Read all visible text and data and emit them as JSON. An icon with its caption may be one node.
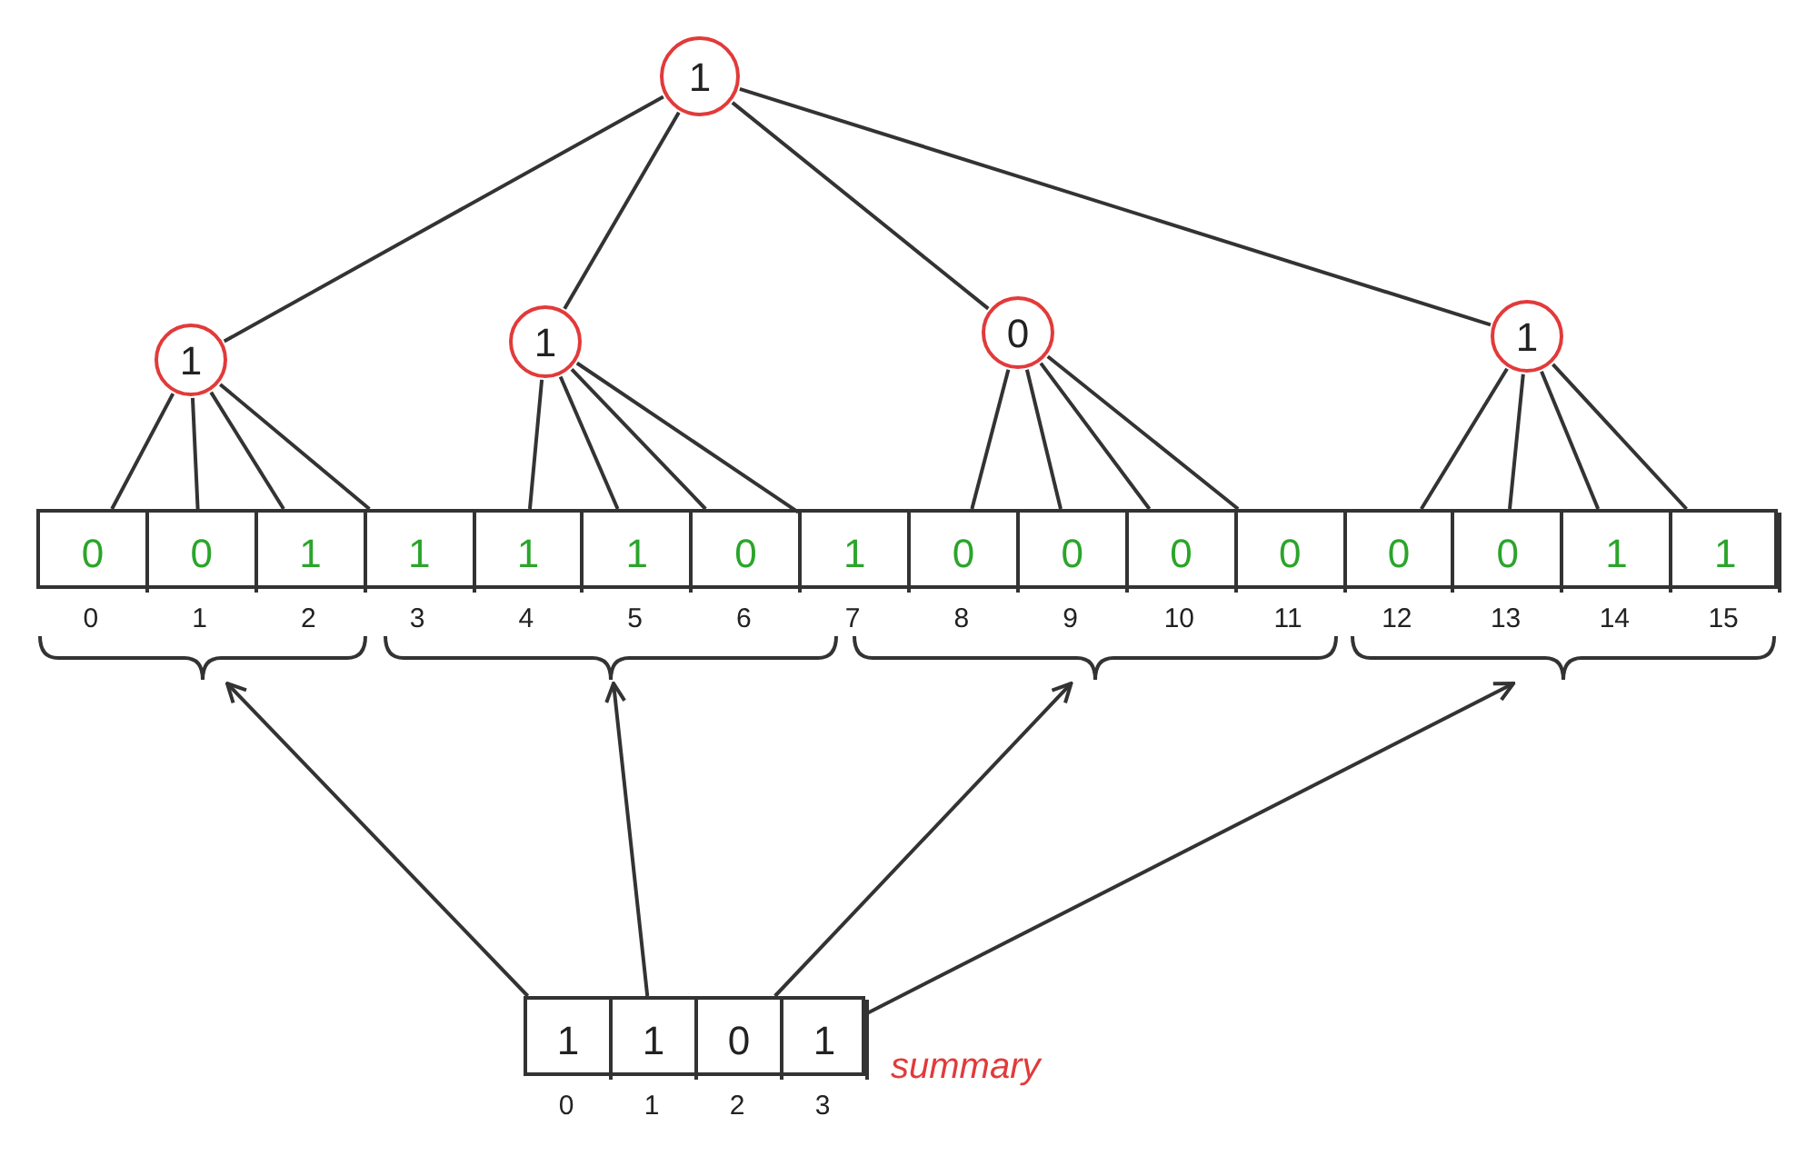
{
  "diagram": {
    "nodes": [
      {
        "text": [
          "1"
        ]
      },
      {
        "text": [
          "1"
        ]
      },
      {
        "text": [
          "1"
        ]
      },
      {
        "text": [
          "0"
        ]
      },
      {
        "text": [
          "1"
        ]
      },
      {
        "text": [],
        "shape": "box"
      },
      {
        "text": [
          "0"
        ],
        "in": 5
      },
      {
        "text": [
          "0"
        ],
        "in": 5
      },
      {
        "text": [
          "1"
        ],
        "in": 5
      },
      {
        "text": [
          "1"
        ],
        "in": 5
      },
      {
        "text": [
          "1"
        ],
        "in": 5
      },
      {
        "text": [
          "1"
        ],
        "in": 5
      },
      {
        "text": [
          "0"
        ],
        "in": 5
      },
      {
        "text": [
          "1"
        ],
        "in": 5
      },
      {
        "text": [
          "0"
        ],
        "in": 5
      },
      {
        "text": [
          "0"
        ],
        "in": 5
      },
      {
        "text": [
          "0"
        ],
        "in": 5
      },
      {
        "text": [
          "0"
        ],
        "in": 5
      },
      {
        "text": [
          "0"
        ],
        "in": 5
      },
      {
        "text": [
          "0"
        ],
        "in": 5
      },
      {
        "text": [
          "1"
        ],
        "in": 5
      },
      {
        "text": [
          "1"
        ],
        "in": 5
      },
      {
        "text": [],
        "shape": "bracket"
      },
      {
        "text": [],
        "shape": "bracket"
      },
      {
        "text": [],
        "shape": "bracket"
      },
      {
        "text": [],
        "shape": "bracket"
      },
      {
        "text": [],
        "shape": "box",
        "beside": [
          "summary"
        ]
      },
      {
        "text": [
          "1"
        ],
        "in": 26
      },
      {
        "text": [
          "1"
        ],
        "in": 26
      },
      {
        "text": [
          "0"
        ],
        "in": 26
      },
      {
        "text": [
          "1"
        ],
        "in": 26
      }
    ],
    "edges": [
      {
        "from": 0,
        "to": 1,
        "arrow": "none"
      },
      {
        "from": 0,
        "to": 2,
        "arrow": "none"
      },
      {
        "from": 0,
        "to": 3,
        "arrow": "none"
      },
      {
        "from": 0,
        "to": 4,
        "arrow": "none"
      },
      {
        "from": 1,
        "to": 6,
        "arrow": "none"
      },
      {
        "from": 1,
        "to": 7,
        "arrow": "none"
      },
      {
        "from": 1,
        "to": 8,
        "arrow": "none"
      },
      {
        "from": 1,
        "to": 9,
        "arrow": "none"
      },
      {
        "from": 2,
        "to": 10,
        "arrow": "none"
      },
      {
        "from": 2,
        "to": 11,
        "arrow": "none"
      },
      {
        "from": 2,
        "to": 12,
        "arrow": "none"
      },
      {
        "from": 2,
        "to": 13,
        "arrow": "none"
      },
      {
        "from": 3,
        "to": 14,
        "arrow": "none"
      },
      {
        "from": 3,
        "to": 15,
        "arrow": "none"
      },
      {
        "from": 3,
        "to": 16,
        "arrow": "none"
      },
      {
        "from": 3,
        "to": 17,
        "arrow": "none"
      },
      {
        "from": 4,
        "to": 18,
        "arrow": "none"
      },
      {
        "from": 4,
        "to": 19,
        "arrow": "none"
      },
      {
        "from": 4,
        "to": 20,
        "arrow": "none"
      },
      {
        "from": 4,
        "to": 21,
        "arrow": "none"
      },
      {
        "from": 27,
        "to": 22,
        "arrow": "to"
      },
      {
        "from": 28,
        "to": 23,
        "arrow": "to"
      },
      {
        "from": 29,
        "to": 24,
        "arrow": "to"
      },
      {
        "from": 30,
        "to": 25,
        "arrow": "to"
      }
    ],
    "labels": [
      "0",
      "1",
      "2",
      "3",
      "4",
      "5",
      "6",
      "7",
      "8",
      "9",
      "10",
      "11",
      "12",
      "13",
      "14",
      "15",
      "0",
      "1",
      "2",
      "3"
    ]
  }
}
